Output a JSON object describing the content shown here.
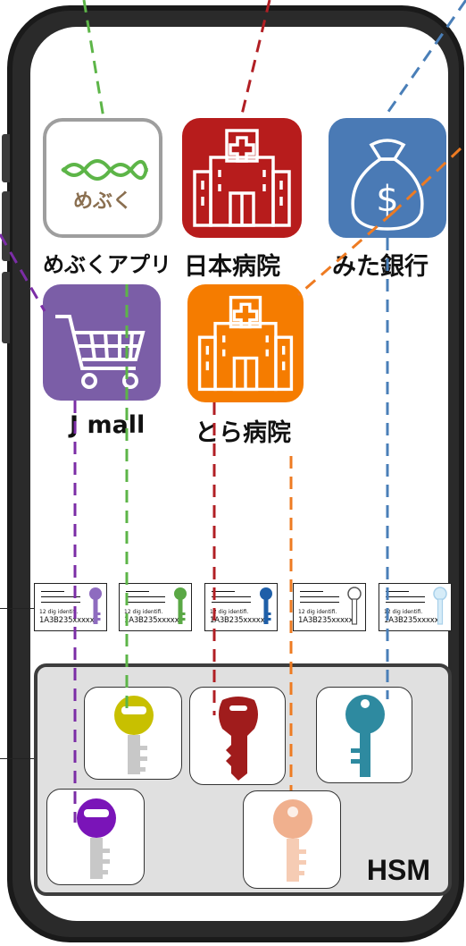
{
  "apps": [
    {
      "id": "megumi",
      "label": "めぶくアプリ",
      "icon_text": "めぶく",
      "icon": "megumi-wave-icon",
      "color": "#9e9e9e"
    },
    {
      "id": "nihon",
      "label": "日本病院",
      "icon": "hospital-icon",
      "color": "#b71c1c"
    },
    {
      "id": "mita",
      "label": "みた銀行",
      "icon": "money-bag-icon",
      "color": "#4a7ab5"
    },
    {
      "id": "jmall",
      "label": "J mall",
      "icon": "shopping-cart-icon",
      "color": "#7b5ea7"
    },
    {
      "id": "tora",
      "label": "とら病院",
      "icon": "hospital-icon",
      "color": "#f57c00"
    }
  ],
  "cards": [
    {
      "small_text": "12 dig identifi.",
      "id_text": "1A3B235xxxxx",
      "key_color": "#8e6bbf"
    },
    {
      "small_text": "12 dig identifi.",
      "id_text": "1A3B235xxxxx",
      "key_color": "#5aa845"
    },
    {
      "small_text": "12 dig identifi.",
      "id_text": "1A3B235xxxxx",
      "key_color": "#1f5fa8"
    },
    {
      "small_text": "12 dig identifi.",
      "id_text": "1A3B235xxxxx",
      "key_color": "#8a8a8a"
    },
    {
      "small_text": "12 dig identifi.",
      "id_text": "1A3B235xxxxx",
      "key_color": "#a8d0ea"
    }
  ],
  "hsm": {
    "label": "HSM"
  },
  "keys": [
    {
      "id": "key-yellow",
      "color": "#c8c000",
      "head_color": "#c8c000"
    },
    {
      "id": "key-red",
      "color": "#a01c1c",
      "head_color": "#a01c1c"
    },
    {
      "id": "key-teal",
      "color": "#2e8aa0",
      "head_color": "#2e8aa0"
    },
    {
      "id": "key-purple",
      "color": "#7a14b8",
      "head_color": "#7a14b8"
    },
    {
      "id": "key-peach",
      "color": "#f0b08e",
      "head_color": "#f0b08e"
    }
  ],
  "line_colors": {
    "green": "#5db548",
    "red": "#b11f24",
    "blue": "#4a7fb8",
    "orange": "#ee7b22",
    "purple": "#7b2da6"
  }
}
